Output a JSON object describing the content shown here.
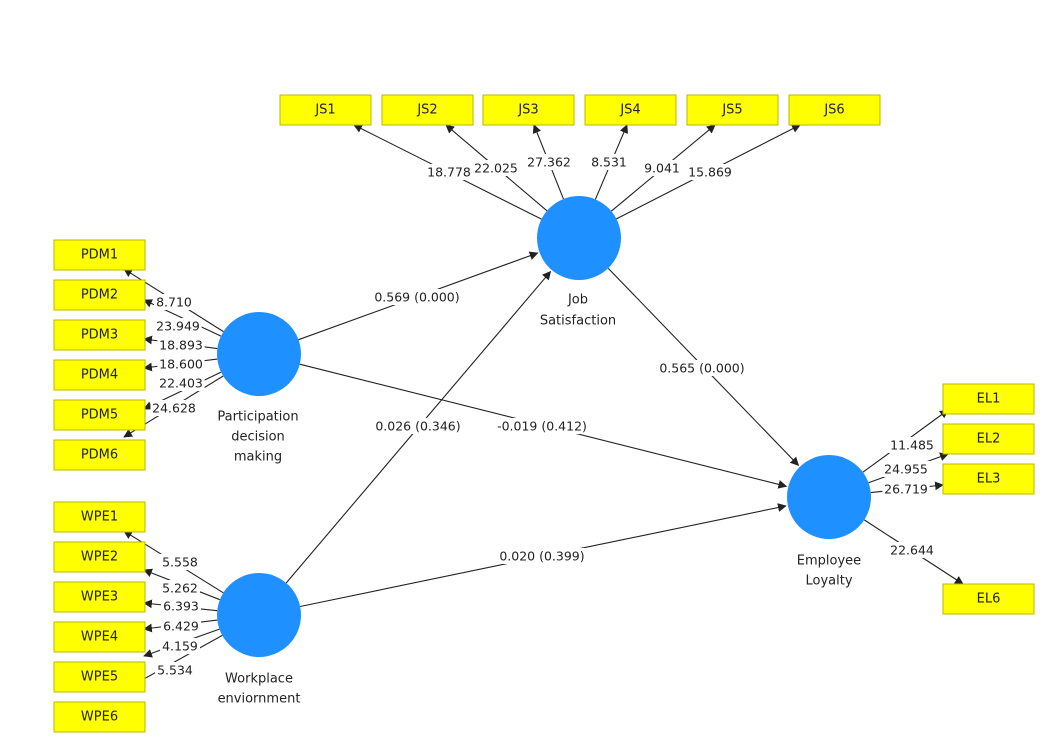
{
  "colors": {
    "construct": "#1E90FF",
    "indicator_fill": "#FFFF00",
    "indicator_border": "#B8B800",
    "line": "#222222"
  },
  "constructs": {
    "pdm": [
      "Participation",
      "decision",
      "making"
    ],
    "js": [
      "Job",
      "Satisfaction"
    ],
    "wpe": [
      "Workplace",
      "enviornment"
    ],
    "el": [
      "Employee",
      "Loyalty"
    ]
  },
  "indicators": {
    "js": [
      "JS1",
      "JS2",
      "JS3",
      "JS4",
      "JS5",
      "JS6"
    ],
    "pdm": [
      "PDM1",
      "PDM2",
      "PDM3",
      "PDM4",
      "PDM5",
      "PDM6"
    ],
    "wpe": [
      "WPE1",
      "WPE2",
      "WPE3",
      "WPE4",
      "WPE5",
      "WPE6"
    ],
    "el": [
      "EL1",
      "EL2",
      "EL3",
      "EL6"
    ]
  },
  "outer_weights": {
    "js": [
      "18.778",
      "22.025",
      "27.362",
      "8.531",
      "9.041",
      "15.869"
    ],
    "pdm": [
      "8.710",
      "23.949",
      "18.893",
      "18.600",
      "22.403",
      "24.628"
    ],
    "wpe": [
      "5.558",
      "5.262",
      "6.393",
      "6.429",
      "4.159",
      "5.534"
    ],
    "el": [
      "11.485",
      "24.955",
      "26.719",
      "22.644"
    ]
  },
  "paths": {
    "pdm_js": "0.569 (0.000)",
    "pdm_el": "-0.019 (0.412)",
    "wpe_js": "0.026 (0.346)",
    "wpe_el": "0.020 (0.399)",
    "js_el": "0.565 (0.000)"
  }
}
